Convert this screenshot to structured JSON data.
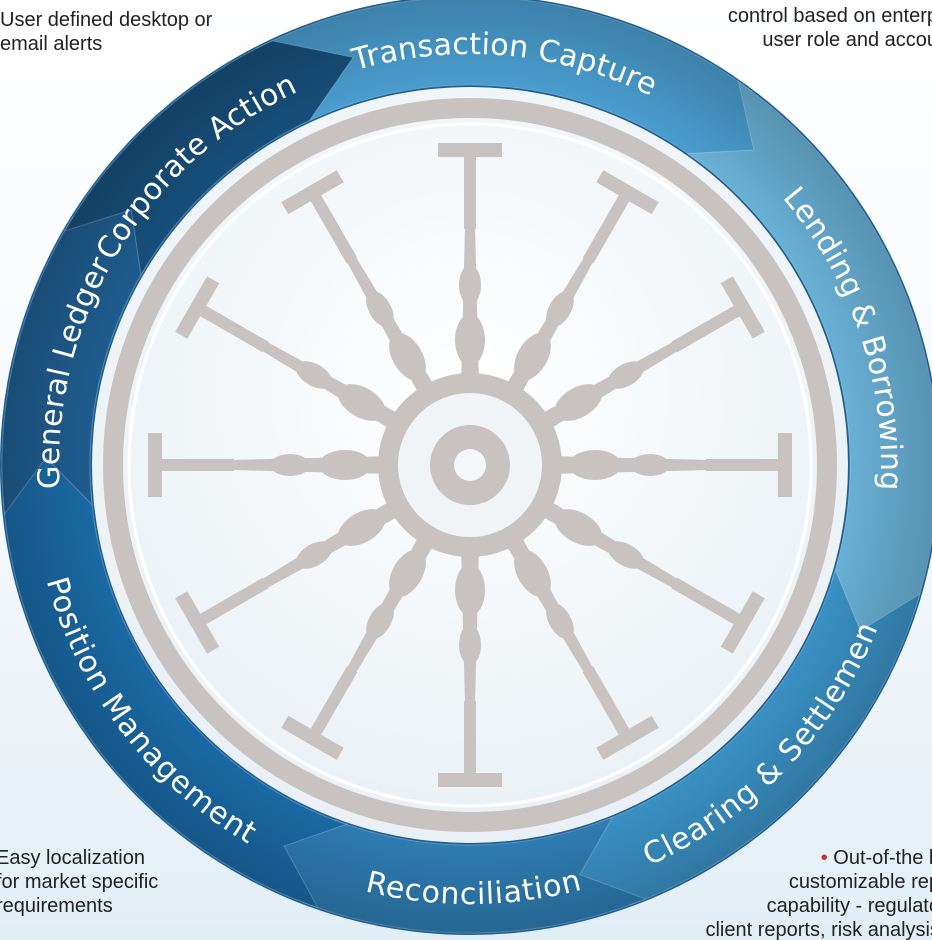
{
  "notes": {
    "top_left": [
      "User defined desktop or",
      "email alerts"
    ],
    "top_right": [
      "control based on enterp",
      "user role and accou"
    ],
    "bottom_left": [
      "Easy localization",
      "for market specific",
      "requirements"
    ],
    "bottom_right": {
      "bullet": "•",
      "lines": [
        "Out-of-the b",
        "customizable rep",
        "capability - regulato",
        "client reports, risk analysis"
      ]
    }
  },
  "wheel": {
    "segments": [
      {
        "label": "Transaction Capture",
        "color": "#4a9ed0"
      },
      {
        "label": "Lending & Borrowing",
        "color": "#6ab2d8"
      },
      {
        "label": "Clearing & Settlement",
        "color": "#3a92c6"
      },
      {
        "label": "Reconciliation",
        "color": "#2e7db3"
      },
      {
        "label": "Position Management",
        "color": "#1a6aa6"
      },
      {
        "label": "General Ledger",
        "color": "#1f5d8f"
      },
      {
        "label": "Corporate Action",
        "color": "#174f7b"
      }
    ],
    "helm_color": "#c8c3c1",
    "spoke_count": 12
  }
}
